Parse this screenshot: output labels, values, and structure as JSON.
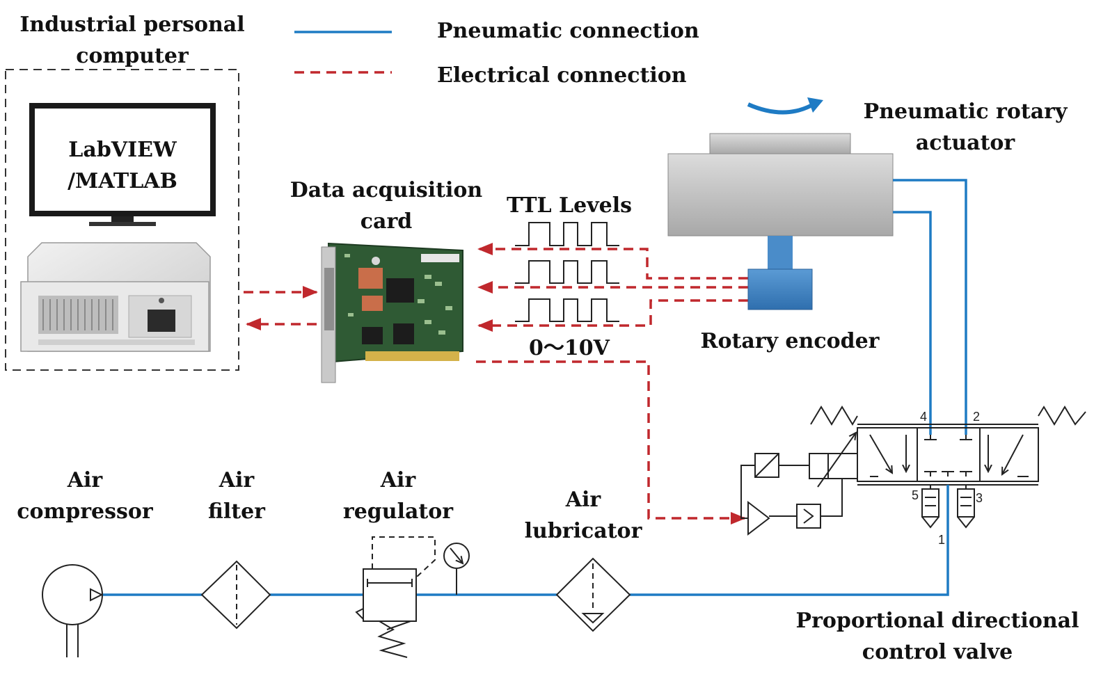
{
  "labels": {
    "ipc": [
      "Industrial personal",
      "computer"
    ],
    "screen": [
      "LabVIEW",
      "/MATLAB"
    ],
    "legend_pneumatic": "Pneumatic connection",
    "legend_electrical": "Electrical connection",
    "daq": [
      "Data acquisition",
      "card"
    ],
    "ttl": "TTL Levels",
    "voltage": "0～10V",
    "actuator": [
      "Pneumatic rotary",
      "actuator"
    ],
    "encoder": "Rotary encoder",
    "compressor": [
      "Air",
      "compressor"
    ],
    "filter": [
      "Air",
      "filter"
    ],
    "regulator": [
      "Air",
      "regulator"
    ],
    "lubricator": [
      "Air",
      "lubricator"
    ],
    "valve": [
      "Proportional directional",
      "control valve"
    ]
  },
  "port_numbers": {
    "p4": "4",
    "p2": "2",
    "p5": "5",
    "p3": "3",
    "p1": "1"
  },
  "colors": {
    "pneumatic": "#1e7bc4",
    "electrical": "#c0282d",
    "actuator_body": "#c8c8c8",
    "encoder": "#3d86c6",
    "pcb": "#2f5a34"
  }
}
